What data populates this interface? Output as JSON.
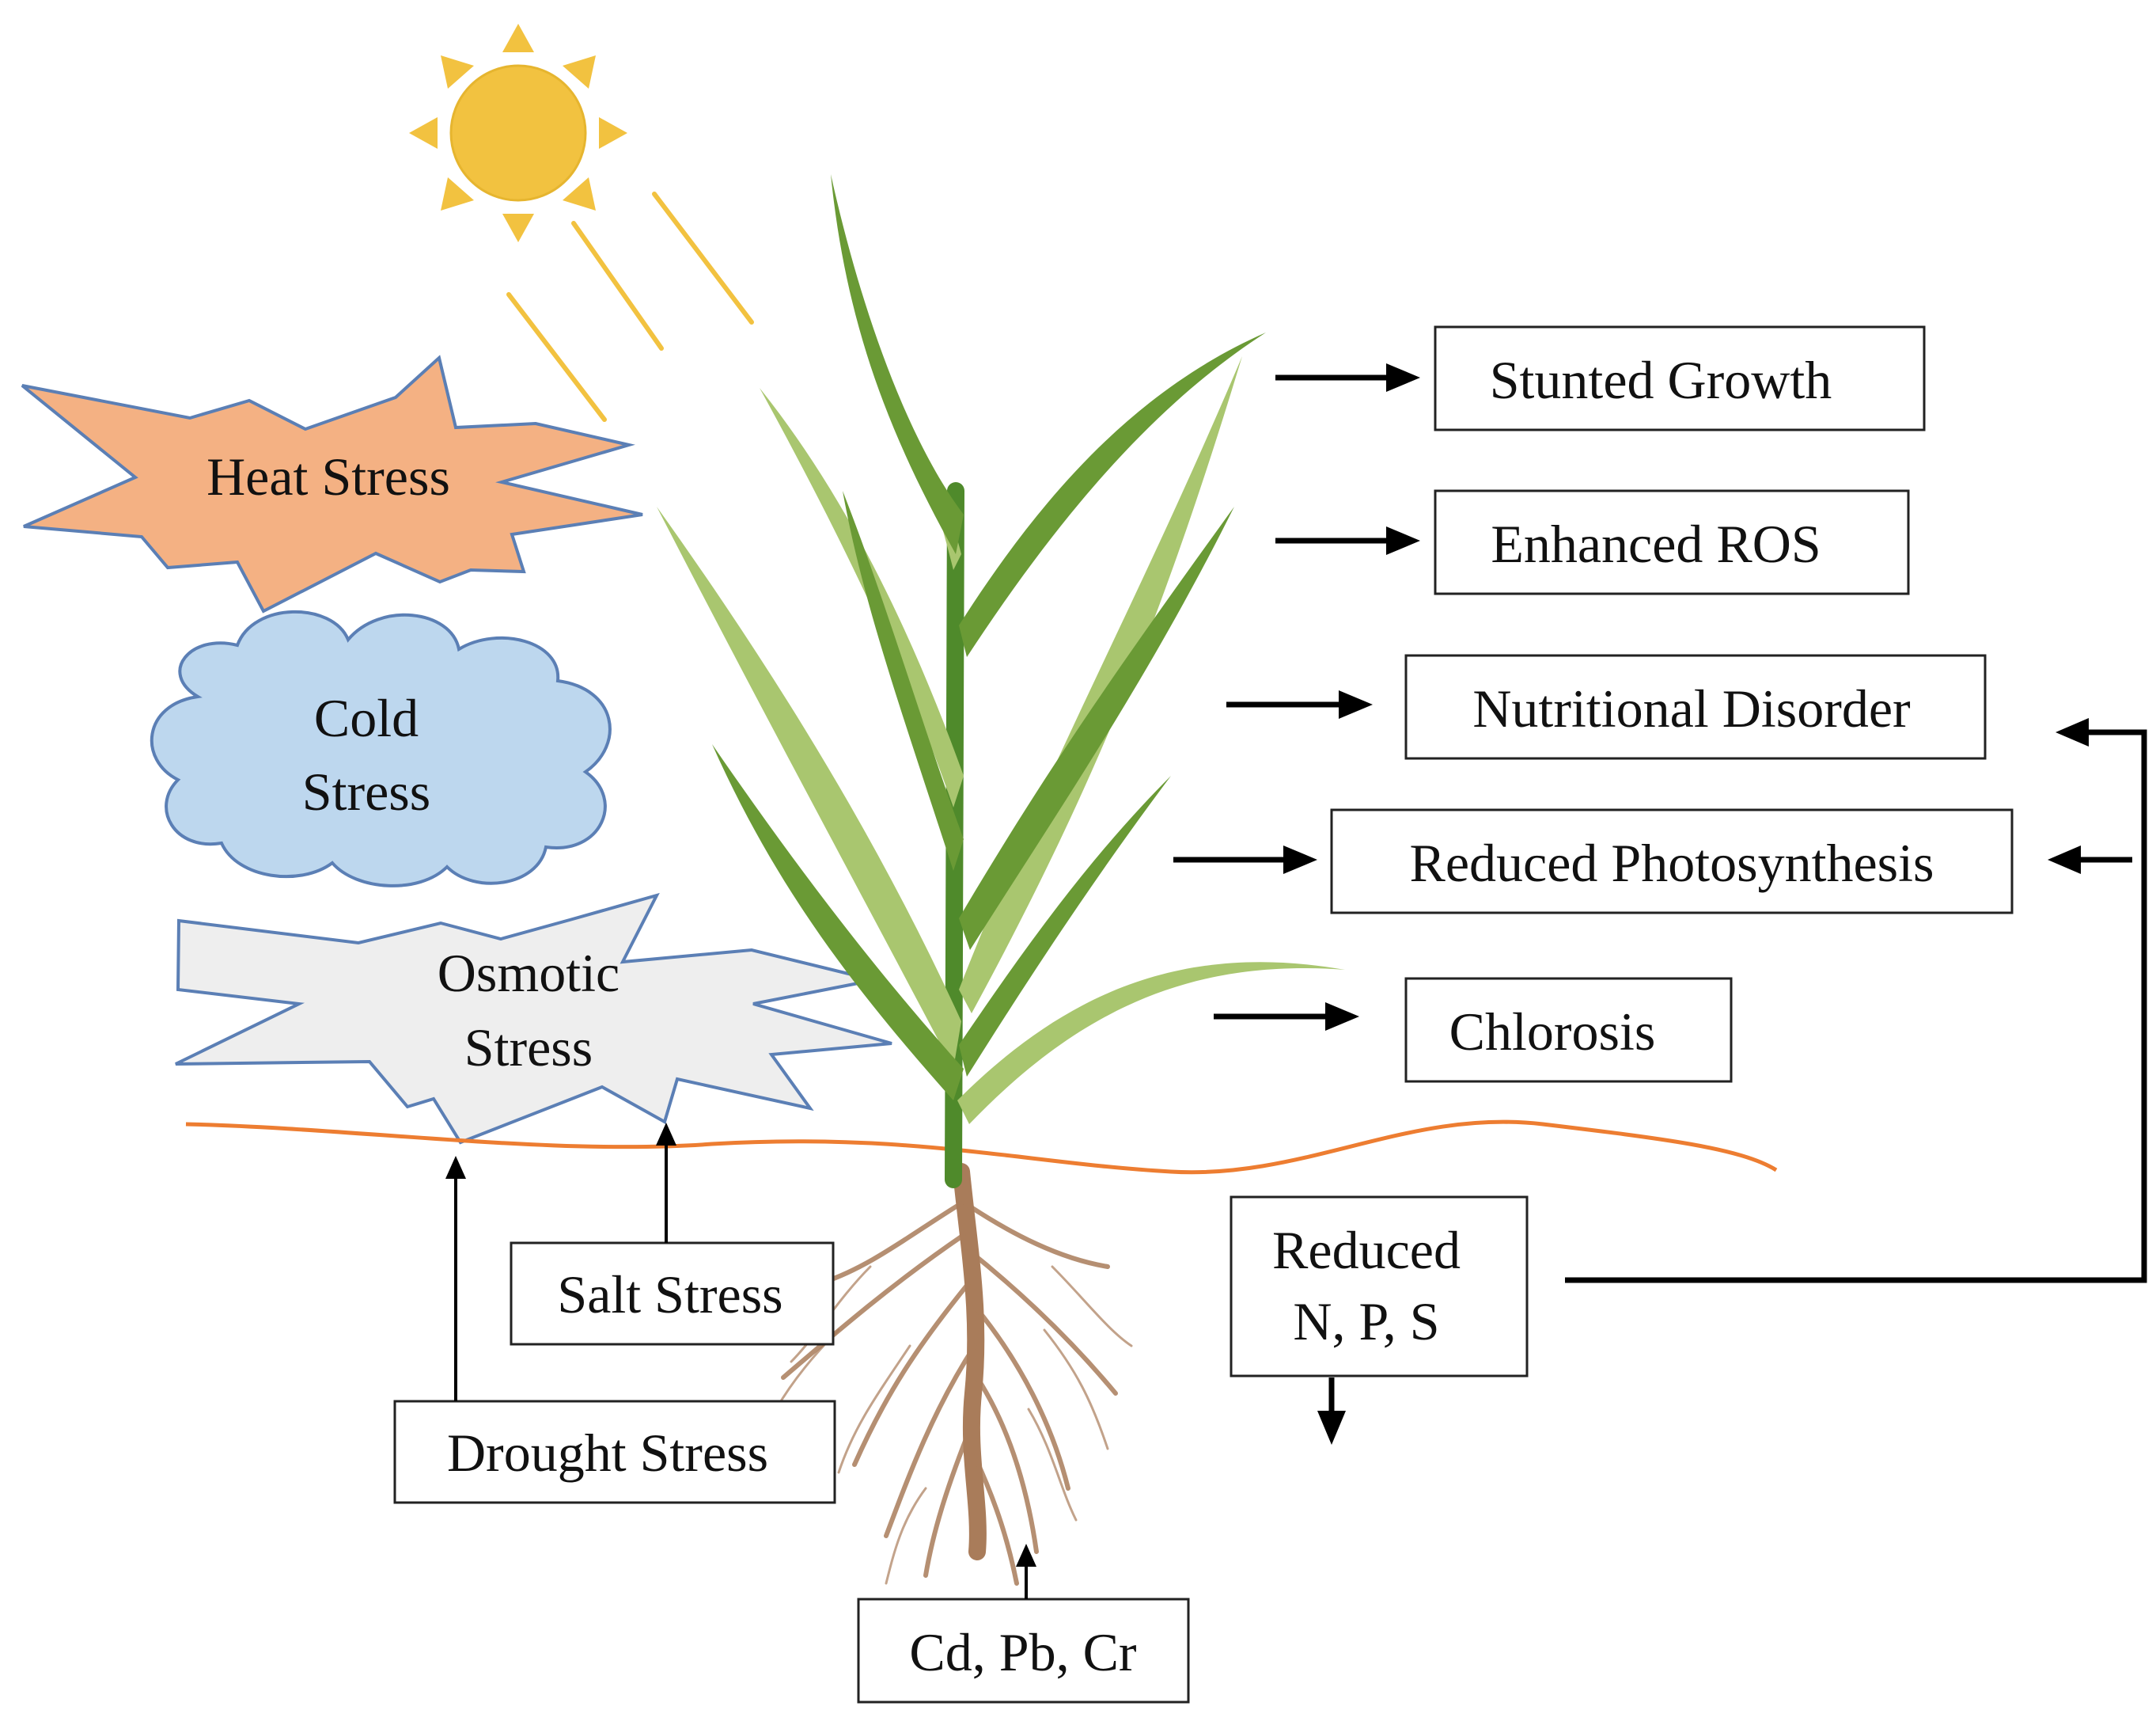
{
  "stressors": {
    "heat": [
      "Heat Stress"
    ],
    "cold": [
      "Cold",
      "Stress"
    ],
    "osmotic": [
      "Osmotic",
      "Stress"
    ],
    "salt": "Salt Stress",
    "drought": "Drought Stress",
    "metals": "Cd, Pb, Cr"
  },
  "effects": {
    "stunted": "Stunted Growth",
    "ros": "Enhanced ROS",
    "nutritional": "Nutritional Disorder",
    "photosynthesis": "Reduced Photosynthesis",
    "chlorosis": "Chlorosis",
    "reduced_nps": [
      "Reduced",
      "N, P, S"
    ]
  },
  "icons": {
    "sun": "sun-icon",
    "plant": "plant-illustration",
    "roots": "root-system"
  },
  "colors": {
    "heat_fill": "#f4b183",
    "cold_fill": "#bdd7ee",
    "osmotic_fill": "#eeeeee",
    "shape_outline": "#5b7fb5",
    "sun": "#f2c240",
    "sun_ray": "#f2c240",
    "soil_line": "#ed7d31",
    "leaf_dark": "#6a9a35",
    "leaf_light": "#a9c66f",
    "stem": "#4f8a2b",
    "root": "#a97c5a"
  }
}
